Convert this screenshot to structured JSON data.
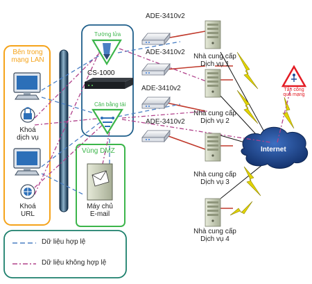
{
  "lan_zone": {
    "title_line1": "Bên trong",
    "title_line2": "mạng LAN"
  },
  "dmz_zone": {
    "title": "Vùng DMZ"
  },
  "firewall": {
    "label": "Tường lửa"
  },
  "load_balancer": {
    "label": "Cân bằng tải"
  },
  "cs_device": {
    "label": "CS-1000"
  },
  "lan_nodes": [
    {
      "label_line1": "Khoá",
      "label_line2": "dịch vụ"
    },
    {
      "label_line1": "Khoá",
      "label_line2": "URL"
    }
  ],
  "mail_server": {
    "label_line1": "Máy chủ",
    "label_line2": "E-mail"
  },
  "modems": [
    "ADE-3410v2",
    "ADE-3410v2",
    "ADE-3410v2",
    "ADE-3410v2"
  ],
  "providers": [
    {
      "line1": "Nhà cung cấp",
      "line2": "Dịch vụ 1"
    },
    {
      "line1": "Nhà cung cấp",
      "line2": "Dịch vụ 2"
    },
    {
      "line1": "Nhà cung cấp",
      "line2": "Dịch vụ 3"
    },
    {
      "line1": "Nhà cung cấp",
      "line2": "Dịch vụ 4"
    }
  ],
  "internet": {
    "label": "Internet"
  },
  "attack": {
    "label_line1": "Tấn công",
    "label_line2": "qua mạng"
  },
  "legend": {
    "valid": "Dữ liệu hợp lệ",
    "invalid": "Dữ liệu không hợp lệ"
  },
  "colors": {
    "lan_border": "#f5a31a",
    "dmz_border": "#3bb54a",
    "center_border": "#1f5f8b",
    "legend_border": "#1b7f6b",
    "valid_line": "#4a7fc4",
    "invalid_line": "#b0408a",
    "router_link": "#c0392b",
    "lightning": "#d4c400",
    "internet_cloud": "#1e4c9a"
  }
}
